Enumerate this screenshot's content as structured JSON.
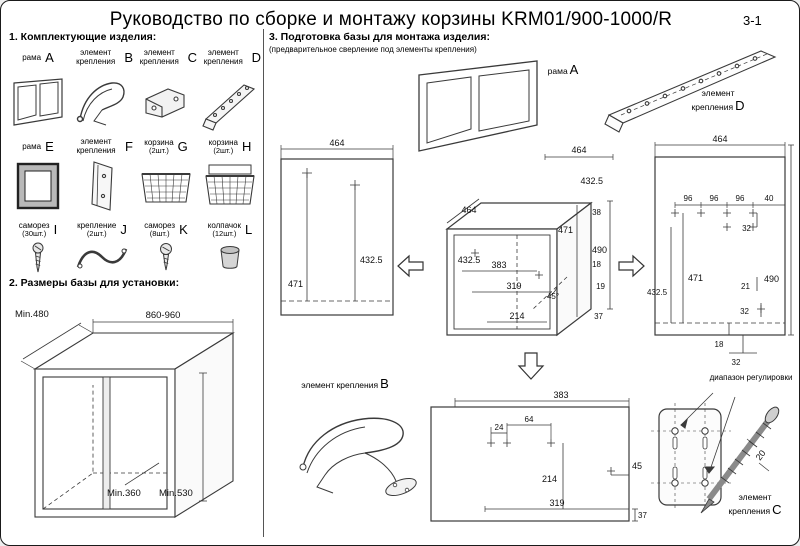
{
  "page": {
    "title": "Руководство по сборке и монтажу корзины KRM01/900-1000/R",
    "page_number": "3-1"
  },
  "section1": {
    "heading": "1. Комплектующие изделия:",
    "parts": [
      {
        "name": "рама",
        "qty": "",
        "letter": "A"
      },
      {
        "name": "элемент крепления",
        "qty": "",
        "letter": "B"
      },
      {
        "name": "элемент крепления",
        "qty": "",
        "letter": "C"
      },
      {
        "name": "элемент крепления",
        "qty": "",
        "letter": "D"
      },
      {
        "name": "рама",
        "qty": "",
        "letter": "E"
      },
      {
        "name": "элемент крепления",
        "qty": "",
        "letter": "F"
      },
      {
        "name": "корзина",
        "qty": "(2шт.)",
        "letter": "G"
      },
      {
        "name": "корзина",
        "qty": "(2шт.)",
        "letter": "H"
      },
      {
        "name": "саморез",
        "qty": "(30шт.)",
        "letter": "I"
      },
      {
        "name": "крепление",
        "qty": "(2шт.)",
        "letter": "J"
      },
      {
        "name": "саморез",
        "qty": "(8шт.)",
        "letter": "K"
      },
      {
        "name": "колпачок",
        "qty": "(12шт.)",
        "letter": "L"
      }
    ]
  },
  "section2": {
    "heading": "2. Размеры базы для установки:",
    "dims": {
      "depth": "Min.480",
      "width": "860-960",
      "inner_depth": "Min.360",
      "inner_height": "Min.530"
    }
  },
  "section3": {
    "heading": "3. Подготовка базы для монтажа изделия:",
    "subheading": "(предварительное сверление под элементы крепления)",
    "labels": {
      "frame_a": {
        "name": "рама",
        "letter": "A"
      },
      "elem_b": {
        "name": "элемент крепления",
        "letter": "B"
      },
      "elem_c": {
        "name": "элемент крепления",
        "letter": "C"
      },
      "elem_d": {
        "name": "элемент крепления",
        "letter": "D"
      },
      "range": "диапазон регулировки"
    },
    "left_panel": {
      "w": "464",
      "h1": "471",
      "h2": "432.5"
    },
    "mid": {
      "d464a": "464",
      "d464b": "464",
      "d4325a": "432.5",
      "d38": "38",
      "d471": "471",
      "d490": "490",
      "d4325b": "432.5",
      "d383": "383",
      "d18": "18",
      "d319": "319",
      "d19": "19",
      "d45": "45°",
      "d214": "214",
      "d37": "37"
    },
    "right_panel": {
      "w": "464",
      "g96a": "96",
      "g96b": "96",
      "g96c": "96",
      "d40": "40",
      "d32a": "32",
      "d471": "471",
      "d21": "21",
      "d490": "490",
      "d4325": "432.5",
      "d32b": "32",
      "d18": "18",
      "d32c": "32"
    },
    "bottom_panel": {
      "d383": "383",
      "d24": "24",
      "d64": "64",
      "d214": "214",
      "d45": "45",
      "d319": "319",
      "d37": "37"
    },
    "elem_c_dim": "20"
  }
}
